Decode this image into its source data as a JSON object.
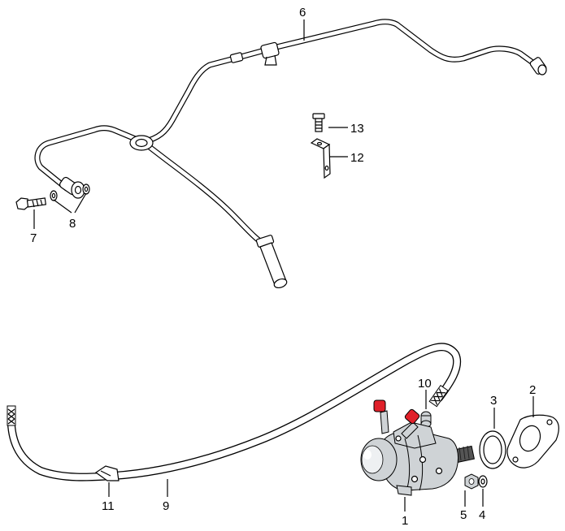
{
  "diagram": {
    "callouts": {
      "c1": "1",
      "c2": "2",
      "c3": "3",
      "c4": "4",
      "c5": "5",
      "c6": "6",
      "c7": "7",
      "c8": "8",
      "c9": "9",
      "c10": "10",
      "c11": "11",
      "c12": "12",
      "c13": "13"
    },
    "colors": {
      "line": "#000000",
      "cap_red": "#e0202a",
      "metal": "#cfd3d6",
      "background": "#ffffff"
    }
  }
}
